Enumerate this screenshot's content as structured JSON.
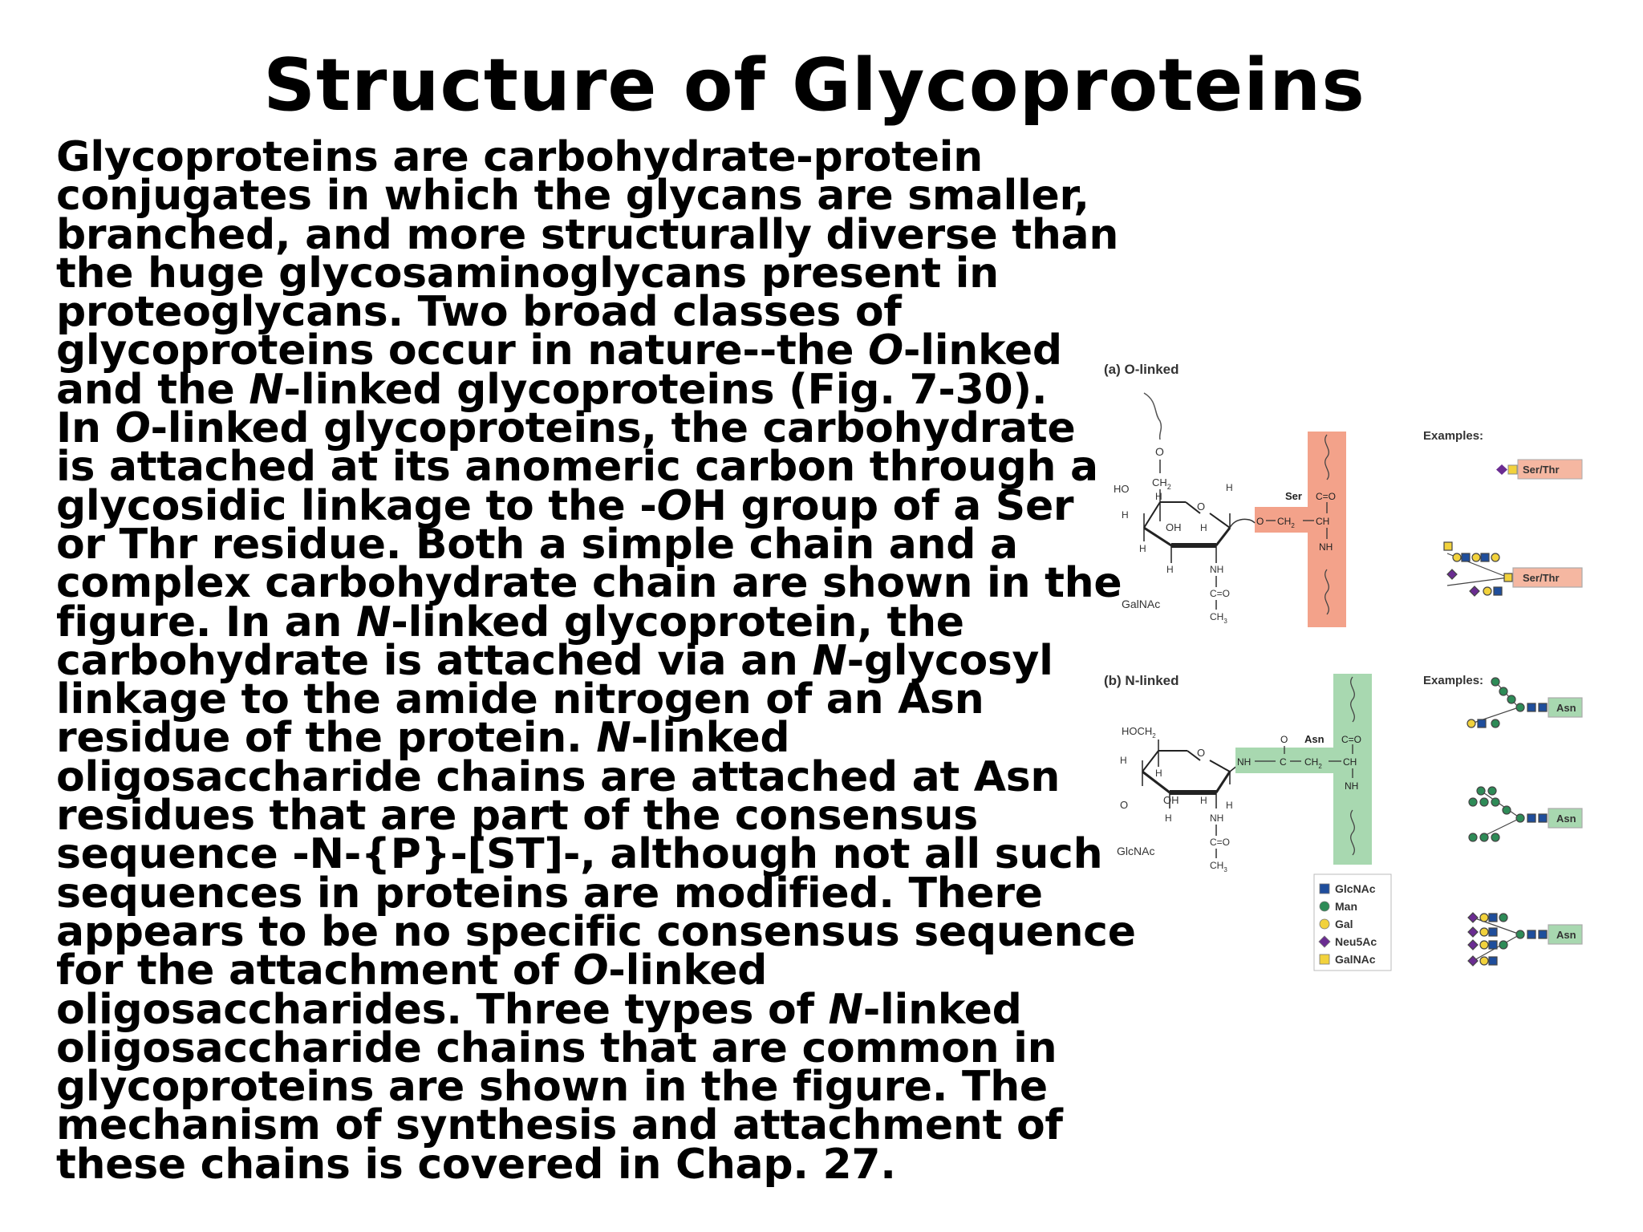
{
  "title": "Structure of Glycoproteins",
  "body_lines": [
    [
      {
        "t": "Glycoproteins are carbohydrate-protein"
      }
    ],
    [
      {
        "t": "conjugates in which the glycans are smaller,"
      }
    ],
    [
      {
        "t": "branched, and more structurally diverse than"
      }
    ],
    [
      {
        "t": "the huge glycosaminoglycans present in"
      }
    ],
    [
      {
        "t": "proteoglycans. Two broad classes of"
      }
    ],
    [
      {
        "t": "glycoproteins occur in nature--the "
      },
      {
        "t": "O",
        "i": true
      },
      {
        "t": "-linked"
      }
    ],
    [
      {
        "t": "and the "
      },
      {
        "t": "N",
        "i": true
      },
      {
        "t": "-linked glycoproteins (Fig. 7-30)."
      }
    ],
    [
      {
        "t": "In "
      },
      {
        "t": "O",
        "i": true
      },
      {
        "t": "-linked glycoproteins, the carbohydrate"
      }
    ],
    [
      {
        "t": "is attached at its anomeric carbon through a"
      }
    ],
    [
      {
        "t": "glycosidic linkage to the -"
      },
      {
        "t": "O",
        "i": true
      },
      {
        "t": "H group of a Ser"
      }
    ],
    [
      {
        "t": "or Thr residue. Both a simple chain and a"
      }
    ],
    [
      {
        "t": "complex carbohydrate chain are shown in the"
      }
    ],
    [
      {
        "t": "figure. In an "
      },
      {
        "t": "N",
        "i": true
      },
      {
        "t": "-linked glycoprotein, the"
      }
    ],
    [
      {
        "t": "carbohydrate is attached via an "
      },
      {
        "t": "N",
        "i": true
      },
      {
        "t": "-glycosyl"
      }
    ],
    [
      {
        "t": "linkage to the amide nitrogen of an Asn"
      }
    ],
    [
      {
        "t": "residue of the protein. "
      },
      {
        "t": "N",
        "i": true
      },
      {
        "t": "-linked"
      }
    ],
    [
      {
        "t": "oligosaccharide chains are attached at Asn"
      }
    ],
    [
      {
        "t": "residues that are part of the consensus"
      }
    ],
    [
      {
        "t": "sequence -N-{P}-[ST]-, although not all such"
      }
    ],
    [
      {
        "t": "sequences in proteins are modified. There"
      }
    ],
    [
      {
        "t": "appears to be no specific consensus sequence"
      }
    ],
    [
      {
        "t": "for the attachment of "
      },
      {
        "t": "O",
        "i": true
      },
      {
        "t": "-linked"
      }
    ],
    [
      {
        "t": "oligosaccharides. Three types of "
      },
      {
        "t": "N",
        "i": true
      },
      {
        "t": "-linked"
      }
    ],
    [
      {
        "t": "oligosaccharide chains that are common in"
      }
    ],
    [
      {
        "t": "glycoproteins are shown in the figure. The"
      }
    ],
    [
      {
        "t": "mechanism of synthesis and attachment of"
      }
    ],
    [
      {
        "t": "these chains is covered in Chap. 27."
      }
    ]
  ],
  "figure": {
    "o_linked": {
      "label": "(a) O-linked",
      "sugar_name": "GalNAc",
      "ring_labels": {
        "o_top": "O",
        "ch2": "CH",
        "ch2_sub": "2",
        "ring_o": "O",
        "ho": "HO",
        "h1": "H",
        "h2": "H",
        "h3": "H",
        "h4": "H",
        "h5": "H",
        "oh": "OH",
        "h6": "H",
        "nh": "NH",
        "co": "C=O",
        "ch3": "CH",
        "ch3_sub": "3"
      },
      "residue": "Ser",
      "chain": {
        "c_eq_o": "C=O",
        "link": "O",
        "ch2": "CH",
        "ch2_sub": "2",
        "ch": "CH",
        "nh": "NH"
      },
      "examples_label": "Examples:",
      "example_tag_1": "Ser/Thr",
      "example_tag_2": "Ser/Thr"
    },
    "n_linked": {
      "label": "(b) N-linked",
      "sugar_name": "GlcNAc",
      "ring_labels": {
        "hoch2": "HOCH",
        "hoch2_sub": "2",
        "ring_o": "O",
        "h1": "H",
        "h2": "H",
        "o_left": "O",
        "oh": "OH",
        "h3": "H",
        "h4": "H",
        "h5": "H",
        "nh": "NH",
        "co": "C=O",
        "ch3": "CH",
        "ch3_sub": "3"
      },
      "residue": "Asn",
      "chain": {
        "o_top": "O",
        "nh_link": "NH",
        "c": "C",
        "ch2": "CH",
        "ch2_sub": "2",
        "ch": "CH",
        "nh": "NH",
        "c_eq_o": "C=O"
      },
      "examples_label": "Examples:",
      "example_tag_1": "Asn",
      "example_tag_2": "Asn",
      "example_tag_3": "Asn"
    },
    "legend": [
      {
        "label": "GlcNAc",
        "shape": "square",
        "color": "#1f4e9c"
      },
      {
        "label": "Man",
        "shape": "circle",
        "color": "#2e8b57"
      },
      {
        "label": "Gal",
        "shape": "circle",
        "color": "#f2d23c"
      },
      {
        "label": "Neu5Ac",
        "shape": "diamond",
        "color": "#6a2c91"
      },
      {
        "label": "GalNAc",
        "shape": "square",
        "color": "#f2d23c"
      }
    ],
    "colors": {
      "o_linked_band": "#f3a28a",
      "n_linked_band": "#a8d8b0",
      "tag_fill": "#f5b7a1"
    }
  }
}
